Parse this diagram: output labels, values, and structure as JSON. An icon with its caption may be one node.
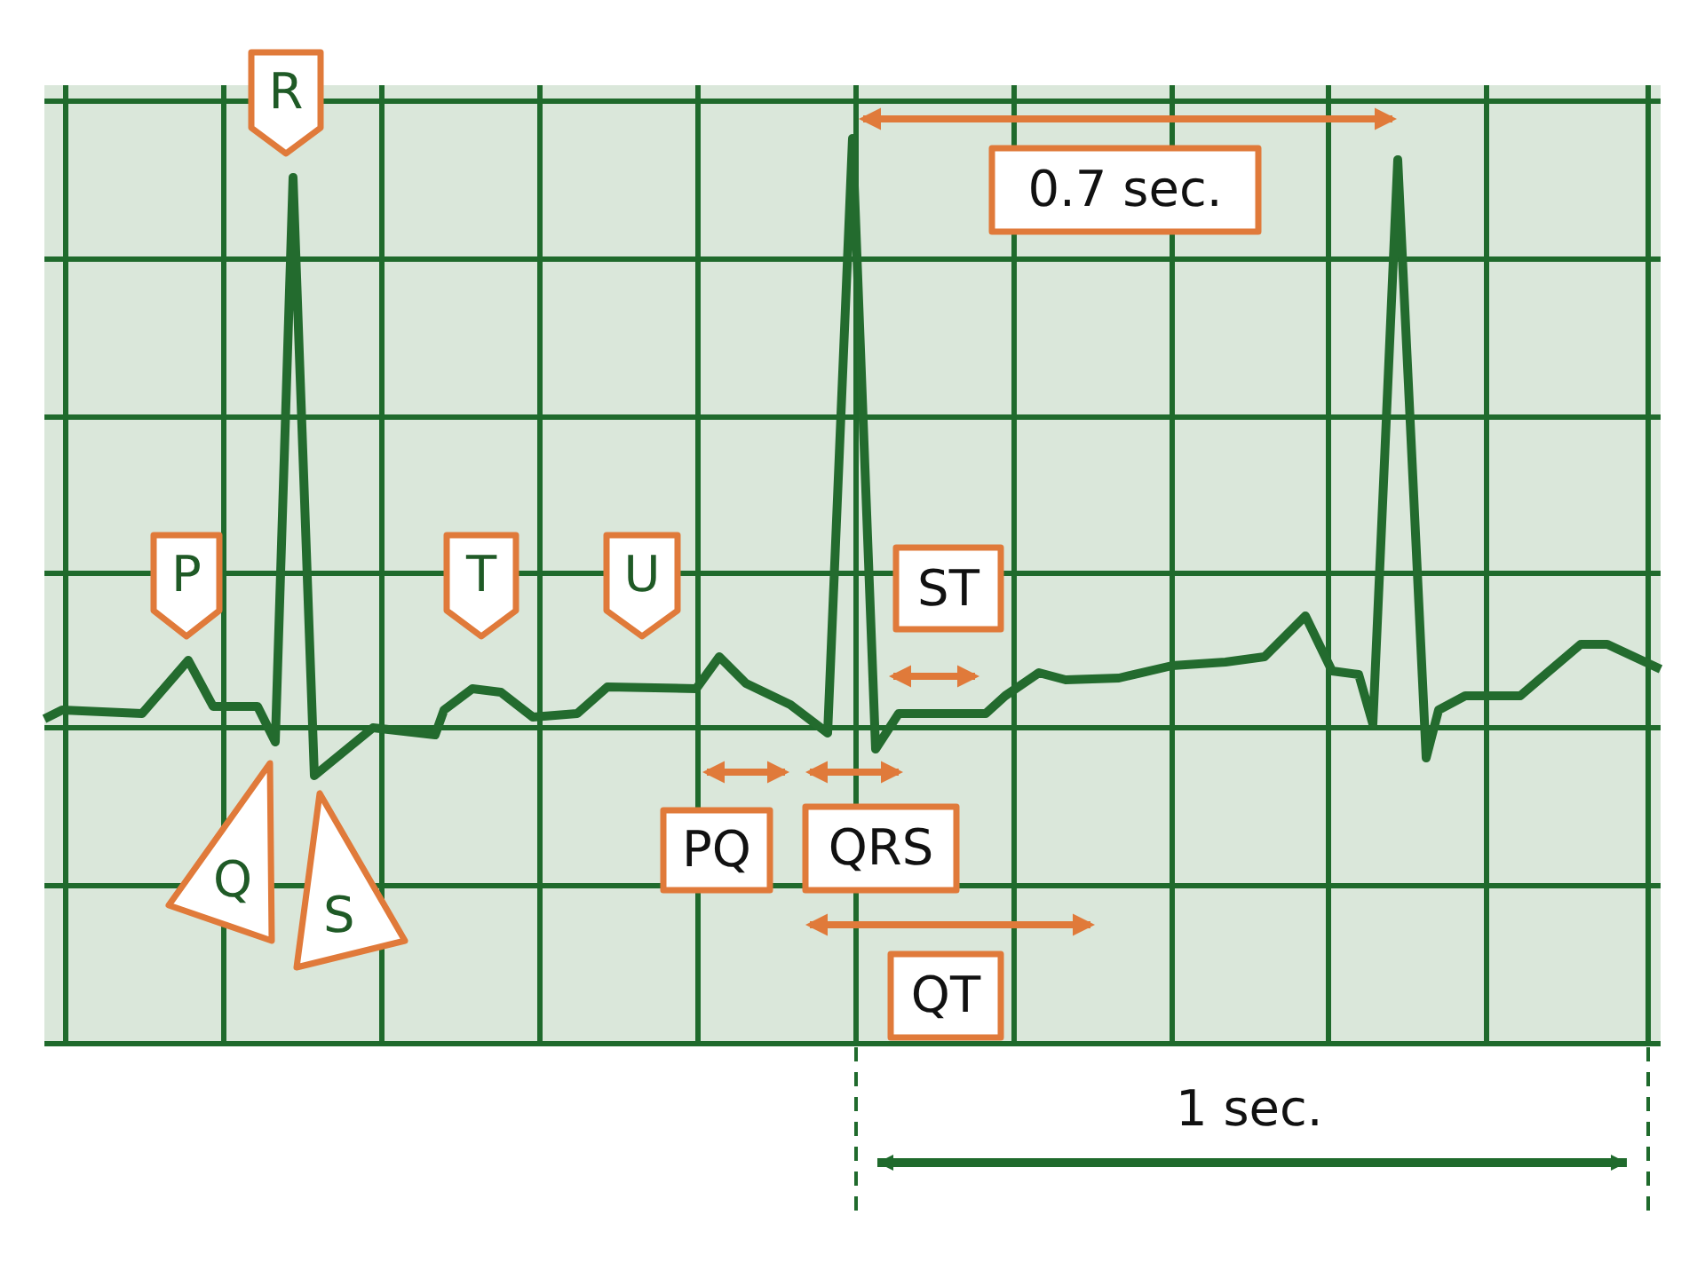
{
  "diagram": {
    "nodes": [
      {
        "text": [
          "R"
        ]
      },
      {
        "text": [
          "0.7 sec."
        ]
      },
      {
        "text": [
          "P"
        ]
      },
      {
        "text": [
          "T"
        ]
      },
      {
        "text": [
          "U"
        ]
      },
      {
        "text": [
          "ST"
        ]
      },
      {
        "text": [
          "Q"
        ]
      },
      {
        "text": [
          "S"
        ]
      },
      {
        "text": [
          "PQ"
        ]
      },
      {
        "text": [
          "QRS"
        ]
      },
      {
        "text": [
          "QT"
        ]
      }
    ],
    "labels": [
      "1 sec."
    ]
  }
}
